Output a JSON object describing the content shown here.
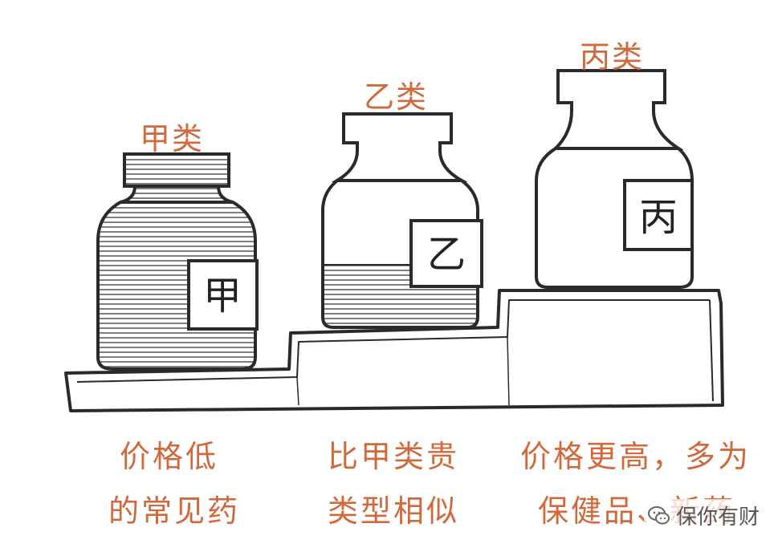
{
  "categories": [
    {
      "title": "甲类",
      "label_char": "甲",
      "caption_line1": "价格低",
      "caption_line2": "的常见药"
    },
    {
      "title": "乙类",
      "label_char": "乙",
      "caption_line1": "比甲类贵",
      "caption_line2": "类型相似"
    },
    {
      "title": "丙类",
      "label_char": "丙",
      "caption_line1": "价格更高，多为",
      "caption_line2": "保健品、新药"
    }
  ],
  "watermark": {
    "text": "保你有财",
    "icon": "wechat-icon"
  },
  "colors": {
    "accent": "#d2693b",
    "line": "#2a2a2a",
    "fill": "#ffffff"
  }
}
